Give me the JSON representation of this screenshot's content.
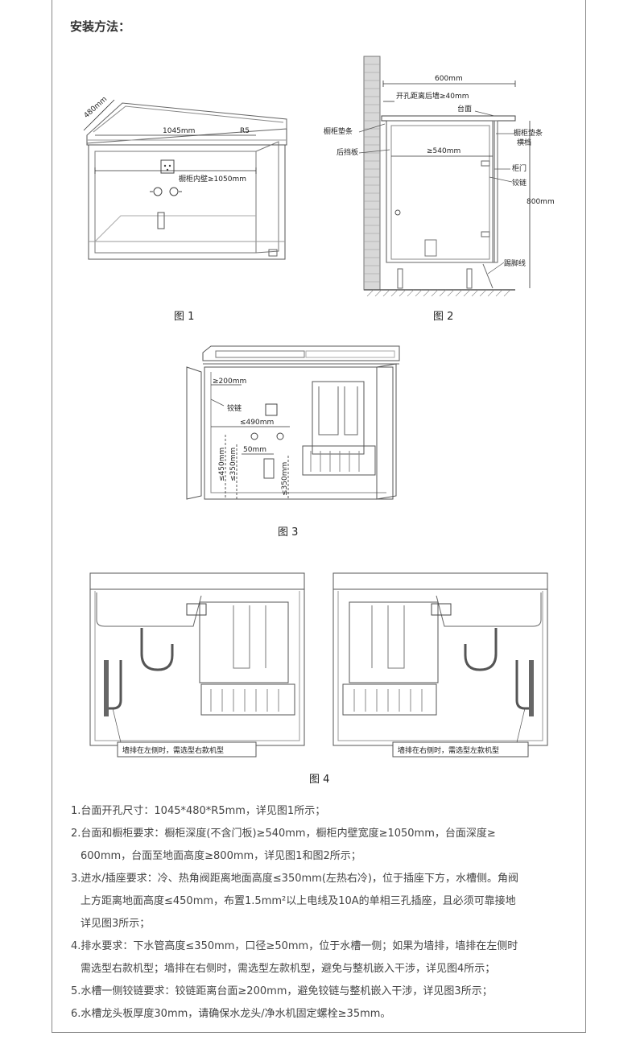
{
  "heading": "安装方法：",
  "fig1": {
    "caption": "图 1",
    "dim_depth": "480mm",
    "dim_width": "1045mm",
    "dim_radius": "R5",
    "dim_inner": "橱柜内壁≥1050mm"
  },
  "fig2": {
    "caption": "图 2",
    "dim_top": "600mm",
    "dim_hole": "开孔距离后墙≥40mm",
    "label_counter": "台面",
    "label_pad_left": "橱柜垫条",
    "label_backboard": "后挡板",
    "dim_540": "≥540mm",
    "label_pad_right": "橱柜垫条",
    "label_rail": "横档",
    "label_door": "柜门",
    "label_hinge": "铰链",
    "dim_height": "800mm",
    "label_kick": "踢脚线"
  },
  "fig3": {
    "caption": "图 3",
    "dim_200": "≥200mm",
    "label_hinge": "铰链",
    "dim_490": "≤490mm",
    "dim_50": "50mm",
    "dim_450": "≤450mm",
    "dim_350a": "≤350mm",
    "dim_350b": "≤350mm"
  },
  "fig4": {
    "caption": "图 4",
    "left_note": "墙排在左侧时，需选型右款机型",
    "right_note": "墙排在右侧时，需选型左款机型"
  },
  "notes": [
    "1.台面开孔尺寸：1045*480*R5mm，详见图1所示；",
    "2.台面和橱柜要求：橱柜深度(不含门板)≥540mm，橱柜内壁宽度≥1050mm，台面深度≥",
    "600mm，台面至地面高度≥800mm，详见图1和图2所示；",
    "3.进水/插座要求：冷、热角阀距离地面高度≤350mm(左热右冷)，位于插座下方，水槽侧。角阀",
    "上方距离地面高度≤450mm，布置1.5mm²以上电线及10A的单相三孔插座，且必须可靠接地",
    "详见图3所示；",
    "4.排水要求：下水管高度≤350mm，口径≥50mm，位于水槽一侧；如果为墙排，墙排在左侧时",
    "需选型右款机型；墙排在右侧时，需选型左款机型，避免与整机嵌入干涉，详见图4所示；",
    "5.水槽一侧铰链要求：铰链距离台面≥200mm，避免铰链与整机嵌入干涉，详见图3所示；",
    "6.水槽龙头板厚度30mm，请确保水龙头/净水机固定螺栓≥35mm。"
  ],
  "colors": {
    "line": "#555555",
    "brick": "#8a8a8a",
    "text": "#333333"
  }
}
